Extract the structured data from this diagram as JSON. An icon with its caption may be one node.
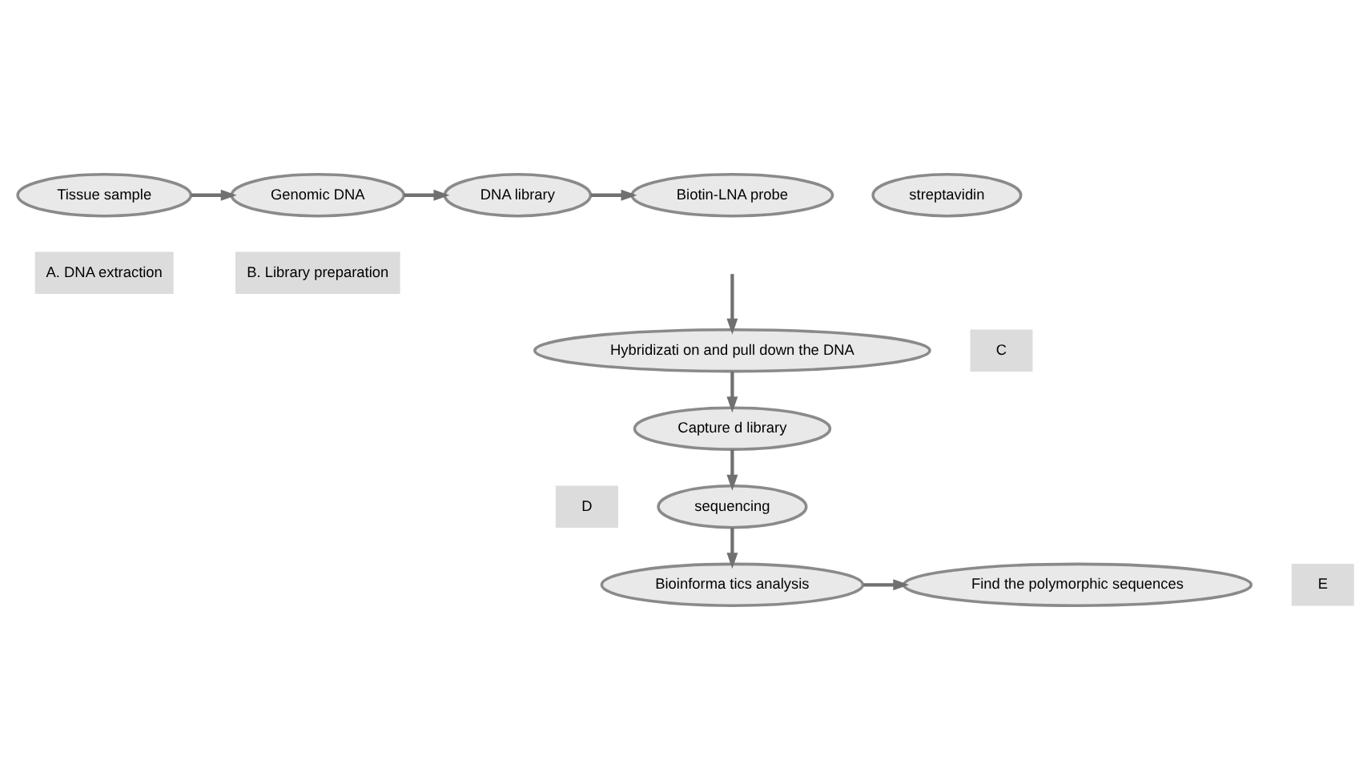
{
  "diagram": {
    "nodes": [
      {
        "text": [
          "Tissue sample"
        ]
      },
      {
        "text": [
          "Genomic DNA"
        ]
      },
      {
        "text": [
          "DNA library"
        ]
      },
      {
        "text": [
          "Biotin-LNA probe"
        ]
      },
      {
        "text": [
          "streptavidin"
        ]
      },
      {
        "text": [
          "A. DNA extraction"
        ]
      },
      {
        "text": [
          "B. Library preparation"
        ]
      },
      {
        "text": [
          "Hybridizati on and pull down the DNA"
        ]
      },
      {
        "text": [
          "C"
        ]
      },
      {
        "text": [
          "Capture d library"
        ]
      },
      {
        "text": [
          "sequencing"
        ]
      },
      {
        "text": [
          "D"
        ]
      },
      {
        "text": [
          "Bioinforma tics analysis"
        ]
      },
      {
        "text": [
          "E"
        ]
      },
      {
        "text": [
          "Find the polymorphic sequences"
        ]
      }
    ],
    "edges": [
      {
        "from": 0,
        "to": 1,
        "arrow": "to"
      },
      {
        "from": 1,
        "to": 2,
        "arrow": "to"
      },
      {
        "from": 2,
        "to": 3,
        "arrow": "to"
      },
      {
        "from": null,
        "to": 7,
        "arrow": "to"
      },
      {
        "from": 7,
        "to": 9,
        "arrow": "to"
      },
      {
        "from": 9,
        "to": 10,
        "arrow": "to"
      },
      {
        "from": 10,
        "to": 12,
        "arrow": "to"
      },
      {
        "from": 12,
        "to": 14,
        "arrow": "to"
      }
    ]
  }
}
